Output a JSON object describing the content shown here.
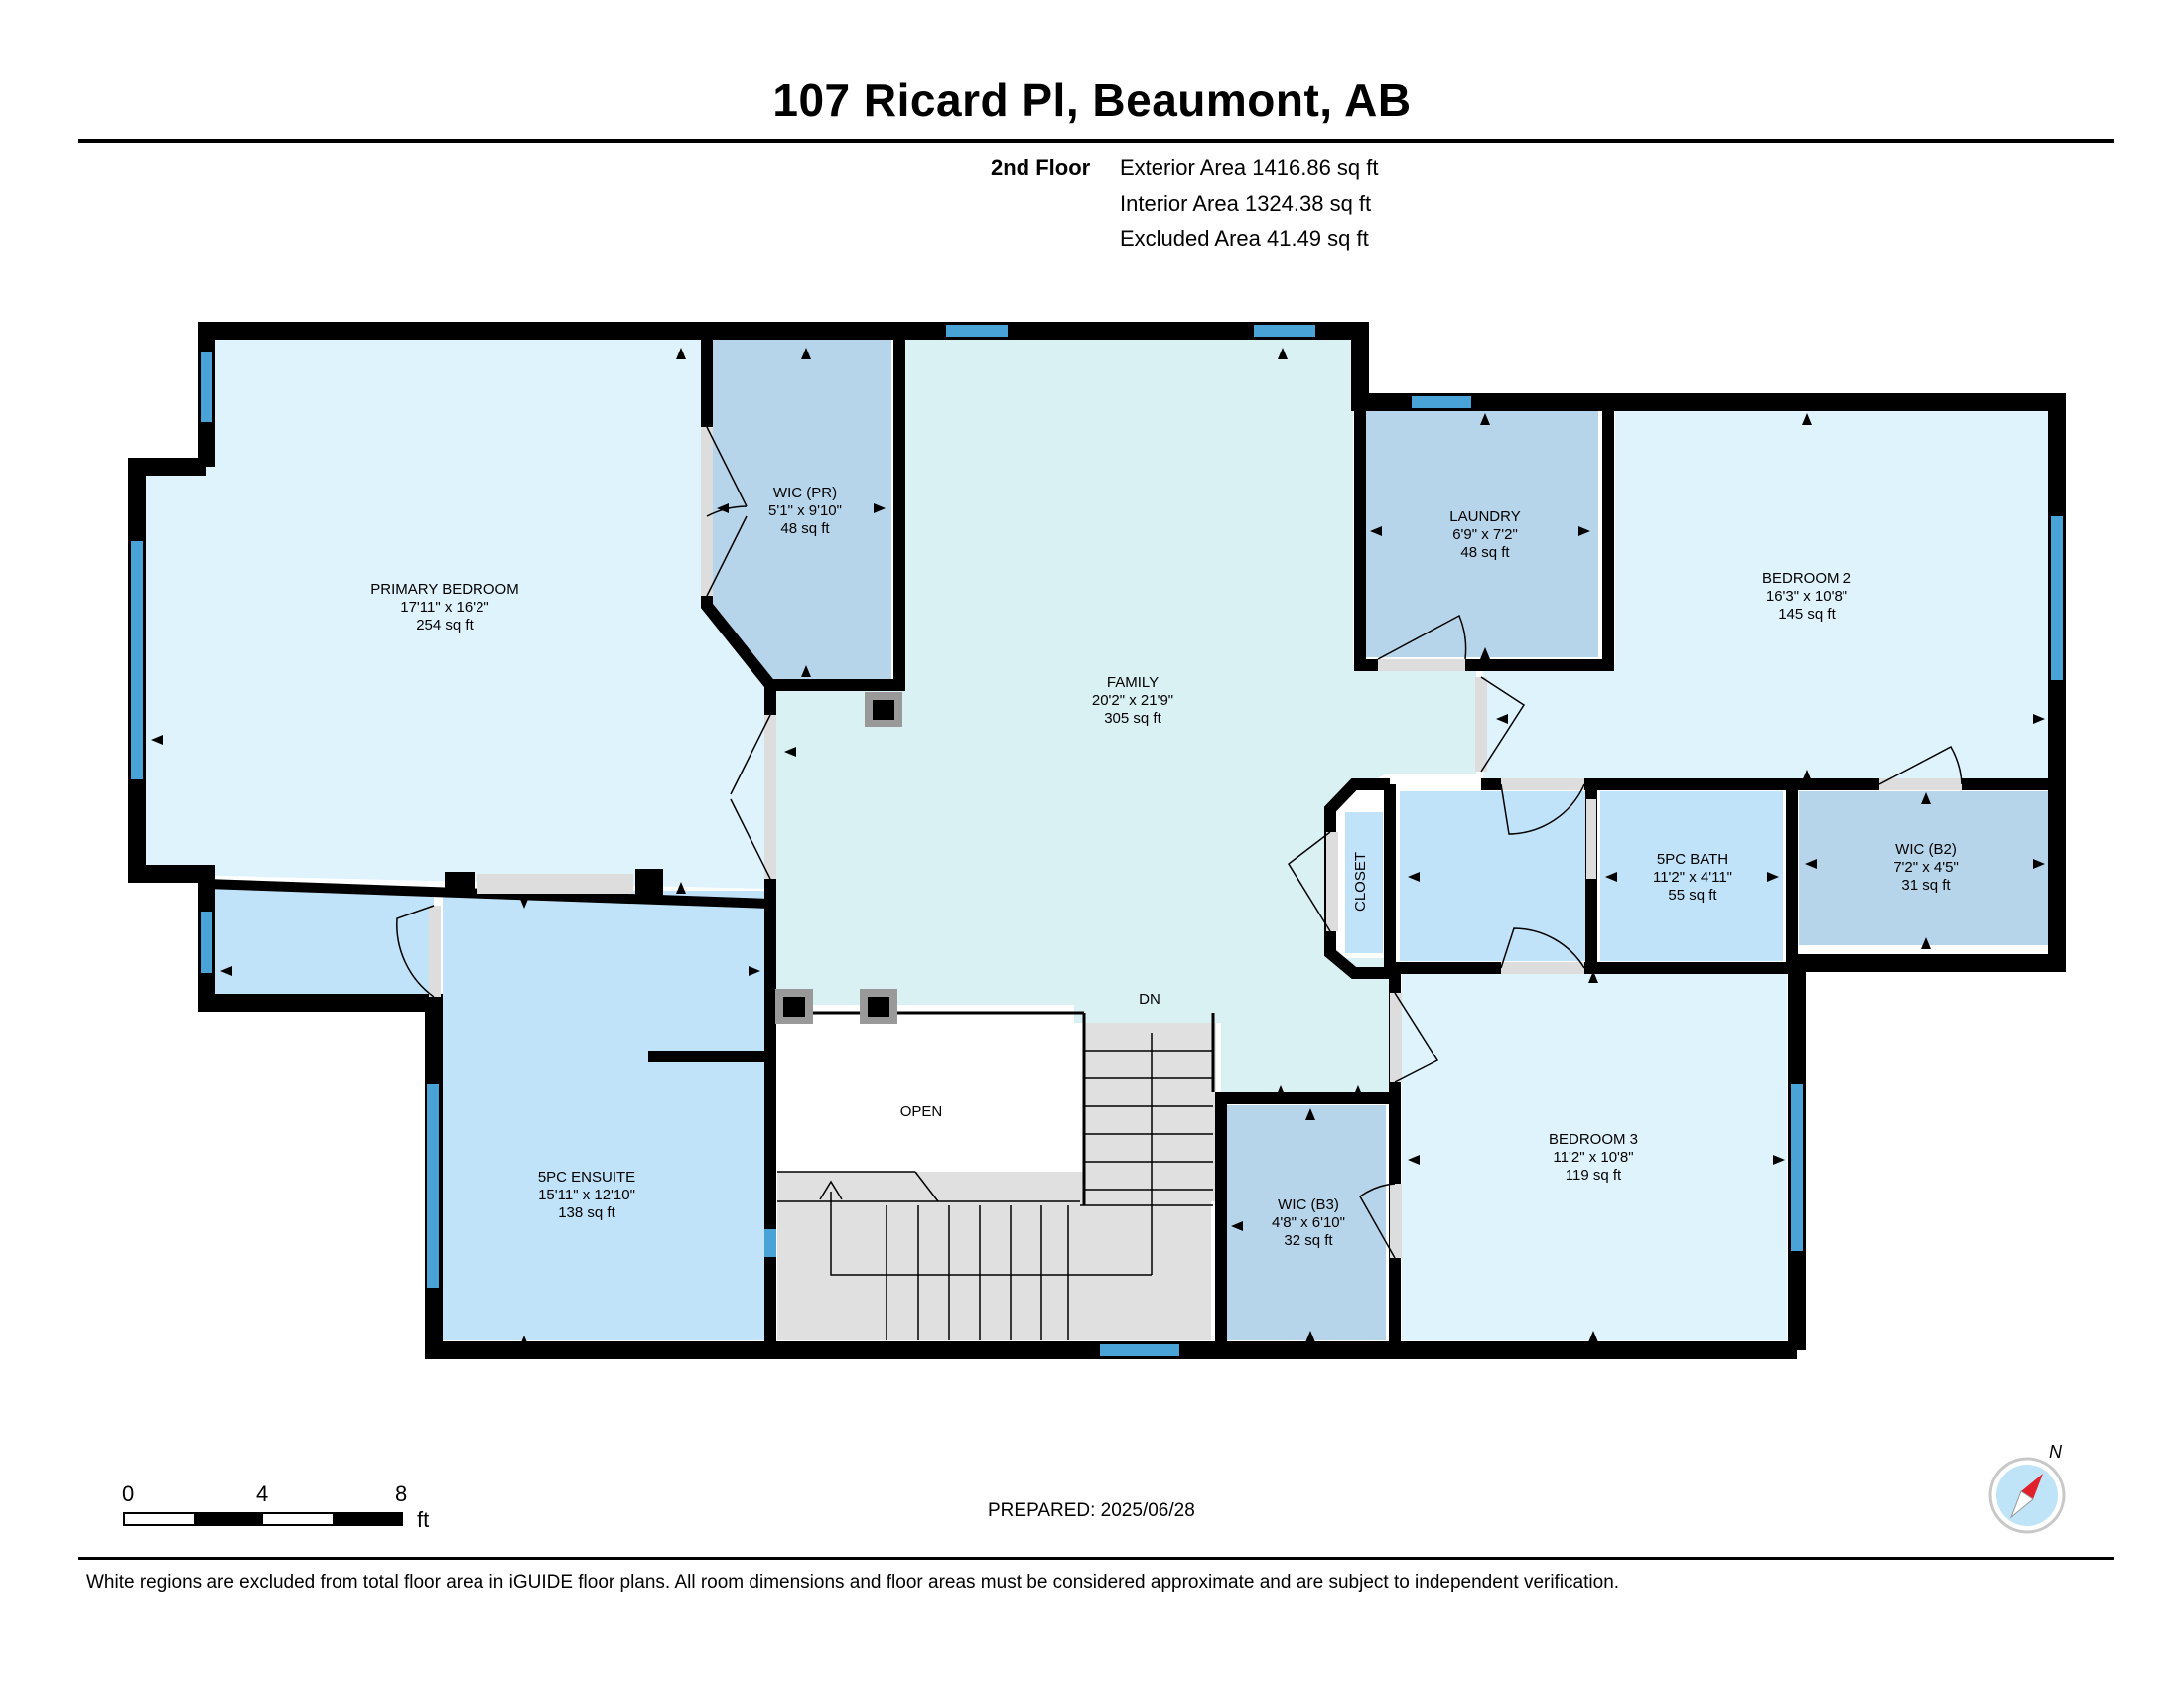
{
  "header": {
    "title": "107 Ricard Pl, Beaumont, AB",
    "floor": "2nd Floor",
    "exterior_area": "Exterior Area 1416.86 sq ft",
    "interior_area": "Interior Area 1324.38 sq ft",
    "excluded_area": "Excluded Area 41.49 sq ft"
  },
  "rooms": {
    "primary_bedroom": {
      "name": "PRIMARY BEDROOM",
      "dims": "17'11\" x 16'2\"",
      "area": "254 sq ft"
    },
    "wic_pr": {
      "name": "WIC (PR)",
      "dims": "5'1\" x 9'10\"",
      "area": "48 sq ft"
    },
    "family": {
      "name": "FAMILY",
      "dims": "20'2\" x 21'9\"",
      "area": "305 sq ft"
    },
    "laundry": {
      "name": "LAUNDRY",
      "dims": "6'9\" x 7'2\"",
      "area": "48 sq ft"
    },
    "bedroom_2": {
      "name": "BEDROOM 2",
      "dims": "16'3\" x 10'8\"",
      "area": "145 sq ft"
    },
    "closet": {
      "name": "CLOSET"
    },
    "bath_5pc": {
      "name": "5PC BATH",
      "dims": "11'2\" x 4'11\"",
      "area": "55 sq ft"
    },
    "wic_b2": {
      "name": "WIC (B2)",
      "dims": "7'2\" x 4'5\"",
      "area": "31 sq ft"
    },
    "ensuite": {
      "name": "5PC ENSUITE",
      "dims": "15'11\" x 12'10\"",
      "area": "138 sq ft"
    },
    "open": {
      "name": "OPEN"
    },
    "dn": {
      "name": "DN"
    },
    "wic_b3": {
      "name": "WIC (B3)",
      "dims": "4'8\" x 6'10\"",
      "area": "32 sq ft"
    },
    "bedroom_3": {
      "name": "BEDROOM 3",
      "dims": "11'2\" x 10'8\"",
      "area": "119 sq ft"
    }
  },
  "scale": {
    "zero": "0",
    "four": "4",
    "eight": "8",
    "unit": "ft"
  },
  "compass": {
    "label": "N"
  },
  "prepared": "PREPARED: 2025/06/28",
  "footer": "White regions are excluded from total floor area in iGUIDE floor plans. All room dimensions and floor areas must be considered approximate and are subject to independent verification.",
  "colors": {
    "wall": "#000000",
    "window": "#4aa3d6",
    "bedroom_fill": "#dff3fd",
    "wic_fill": "#b7d5ea",
    "bath_fill": "#c0e3f9",
    "family_fill": "#d9f1f3",
    "stair_fill": "#e0e0e0",
    "compass_red": "#e0202a"
  }
}
